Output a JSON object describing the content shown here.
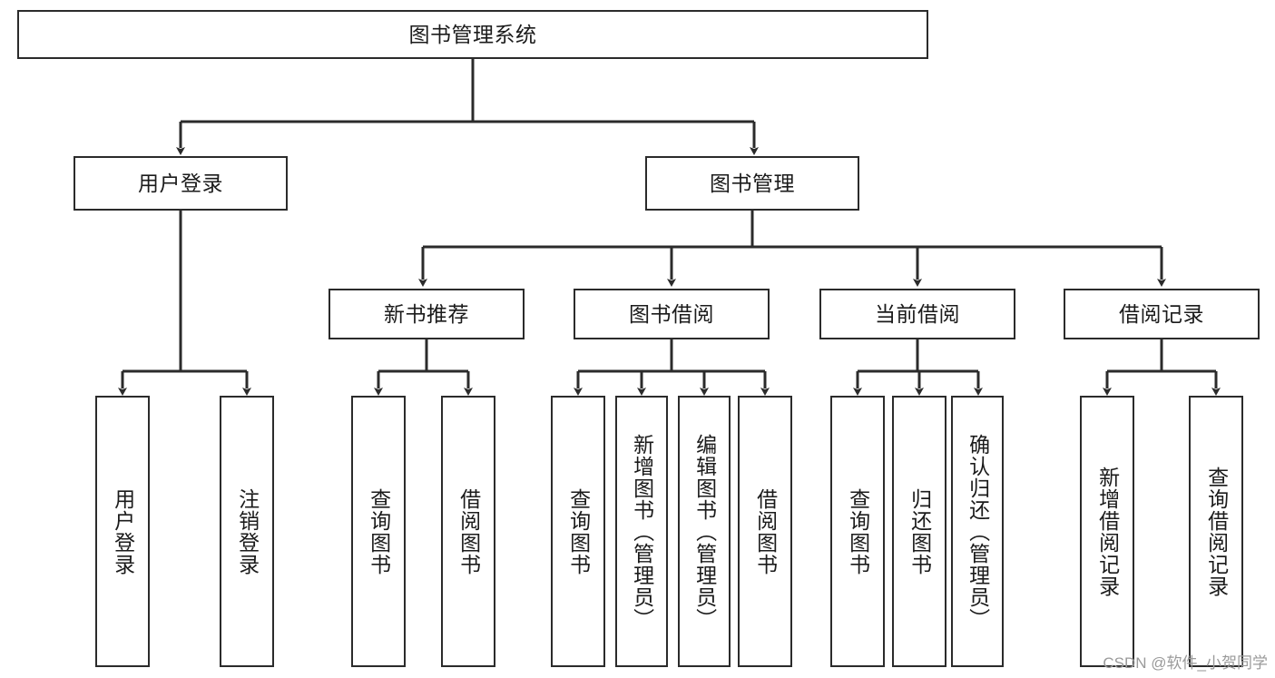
{
  "diagram": {
    "title": "图书管理系统",
    "type": "tree-hierarchy-chart",
    "line_color": "#2b2b2b",
    "box_fill": "#ffffff",
    "text_color": "#1b1b1b"
  },
  "nodes": {
    "root": {
      "label": "图书管理系统"
    },
    "level1": [
      {
        "label": "用户登录"
      },
      {
        "label": "图书管理"
      }
    ],
    "level2": [
      {
        "label": "新书推荐"
      },
      {
        "label": "图书借阅"
      },
      {
        "label": "当前借阅"
      },
      {
        "label": "借阅记录"
      }
    ],
    "leaves_user_login": [
      {
        "label": "用户登录"
      },
      {
        "label": "注销登录"
      }
    ],
    "leaves_new_book": [
      {
        "label": "查询图书"
      },
      {
        "label": "借阅图书"
      }
    ],
    "leaves_borrow": [
      {
        "label": "查询图书"
      },
      {
        "label": "新增图书（管理员）"
      },
      {
        "label": "编辑图书（管理员）"
      },
      {
        "label": "借阅图书"
      }
    ],
    "leaves_current": [
      {
        "label": "查询图书"
      },
      {
        "label": "归还图书"
      },
      {
        "label": "确认归还（管理员）"
      }
    ],
    "leaves_records": [
      {
        "label": "新增借阅记录"
      },
      {
        "label": "查询借阅记录"
      }
    ]
  },
  "watermark": {
    "text": "CSDN @软件_小贺同学",
    "color": "#9a9a9a"
  }
}
